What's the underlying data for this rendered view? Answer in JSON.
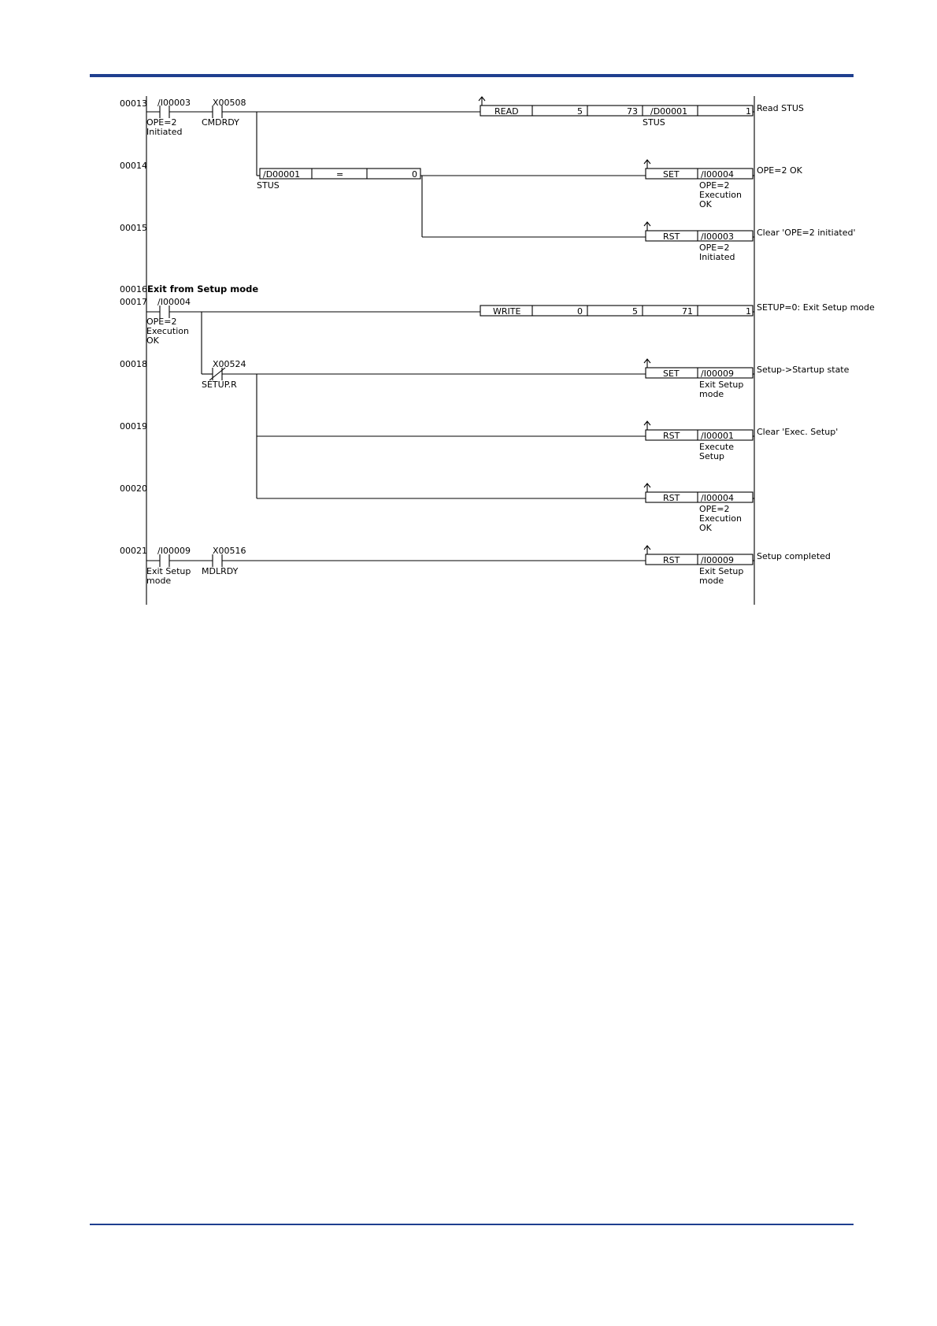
{
  "section_title": "Exit from Setup mode",
  "rungs": [
    {
      "no": "00013"
    },
    {
      "no": "00014"
    },
    {
      "no": "00015"
    },
    {
      "no": "00016"
    },
    {
      "no": "00017"
    },
    {
      "no": "00018"
    },
    {
      "no": "00019"
    },
    {
      "no": "00020"
    },
    {
      "no": "00021"
    }
  ],
  "contacts": [
    {
      "addr": "/I00003",
      "label": [
        "OPE=2",
        "Initiated"
      ],
      "type": "NO"
    },
    {
      "addr": "X00508",
      "label": [
        "CMDRDY"
      ],
      "type": "NO"
    },
    {
      "addr": "/I00004",
      "label": [
        "OPE=2",
        "Execution",
        "OK"
      ],
      "type": "NO"
    },
    {
      "addr": "X00524",
      "label": [
        "SETUP.R"
      ],
      "type": "NC"
    },
    {
      "addr": "/I00009",
      "label": [
        "Exit Setup",
        "mode"
      ],
      "type": "NO"
    },
    {
      "addr": "X00516",
      "label": [
        "MDLRDY"
      ],
      "type": "NO"
    }
  ],
  "compare": {
    "operand": "/D00001",
    "op": "=",
    "value": "0",
    "label": "STUS"
  },
  "read_box": {
    "cells": [
      "READ",
      "5",
      "73",
      "/D00001",
      "1"
    ],
    "label": "STUS"
  },
  "write_box": {
    "cells": [
      "WRITE",
      "0",
      "5",
      "71",
      "1"
    ]
  },
  "coils": [
    {
      "op": "SET",
      "addr": "/I00004",
      "label": [
        "OPE=2",
        "Execution",
        "OK"
      ]
    },
    {
      "op": "RST",
      "addr": "/I00003",
      "label": [
        "OPE=2",
        "Initiated"
      ]
    },
    {
      "op": "SET",
      "addr": "/I00009",
      "label": [
        "Exit Setup",
        "mode"
      ]
    },
    {
      "op": "RST",
      "addr": "/I00001",
      "label": [
        "Execute",
        "Setup"
      ]
    },
    {
      "op": "RST",
      "addr": "/I00004",
      "label": [
        "OPE=2",
        "Execution",
        "OK"
      ]
    },
    {
      "op": "RST",
      "addr": "/I00009",
      "label": [
        "Exit Setup",
        "mode"
      ]
    }
  ],
  "comments": [
    "Read STUS",
    "OPE=2 OK",
    "Clear 'OPE=2 initiated'",
    "SETUP=0: Exit Setup mode",
    "Setup->Startup state",
    "Clear 'Exec. Setup'",
    "Setup completed"
  ],
  "colors": {
    "rule": "#1f3f8f",
    "ink": "#000000"
  }
}
